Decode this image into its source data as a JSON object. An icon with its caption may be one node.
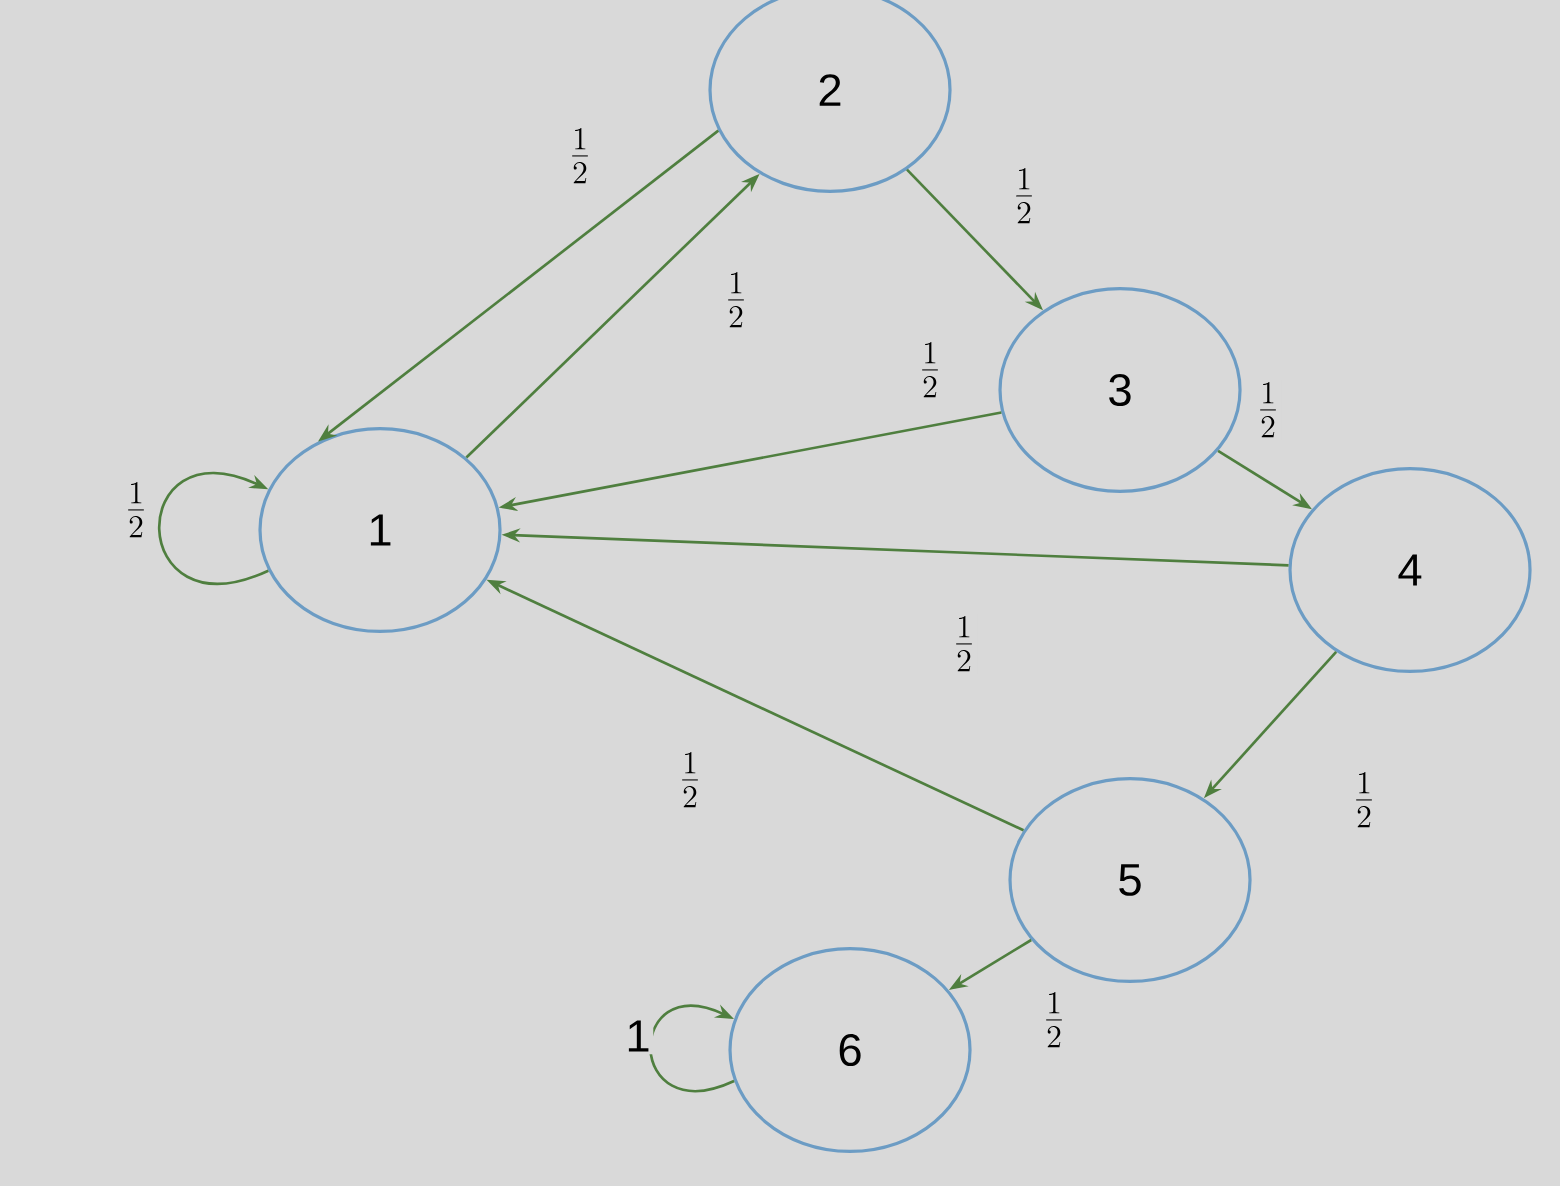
{
  "diagram": {
    "nodes": [
      {
        "text": [
          "1"
        ]
      },
      {
        "text": [
          "2"
        ]
      },
      {
        "text": [
          "3"
        ]
      },
      {
        "text": [
          "4"
        ]
      },
      {
        "text": [
          "5"
        ]
      },
      {
        "text": [
          "6"
        ]
      }
    ],
    "edges": [
      {
        "from": 0,
        "to": 0,
        "arrow": "to",
        "label": "\\frac{1}{2}"
      },
      {
        "from": 1,
        "to": 0,
        "arrow": "to",
        "label": "\\frac{1}{2}"
      },
      {
        "from": 0,
        "to": 1,
        "arrow": "to",
        "label": "\\frac{1}{2}"
      },
      {
        "from": 1,
        "to": 2,
        "arrow": "to",
        "label": "\\frac{1}{2}"
      },
      {
        "from": 2,
        "to": 0,
        "arrow": "to",
        "label": "\\frac{1}{2}"
      },
      {
        "from": 2,
        "to": 3,
        "arrow": "to",
        "label": "\\frac{1}{2}"
      },
      {
        "from": 3,
        "to": 0,
        "arrow": "to",
        "label": "\\frac{1}{2}"
      },
      {
        "from": 3,
        "to": 4,
        "arrow": "to",
        "label": "\\frac{1}{2}"
      },
      {
        "from": 4,
        "to": 0,
        "arrow": "to",
        "label": "\\frac{1}{2}"
      },
      {
        "from": 4,
        "to": 5,
        "arrow": "to",
        "label": "\\frac{1}{2}"
      },
      {
        "from": 5,
        "to": 5,
        "arrow": "to",
        "label": "1"
      }
    ]
  }
}
